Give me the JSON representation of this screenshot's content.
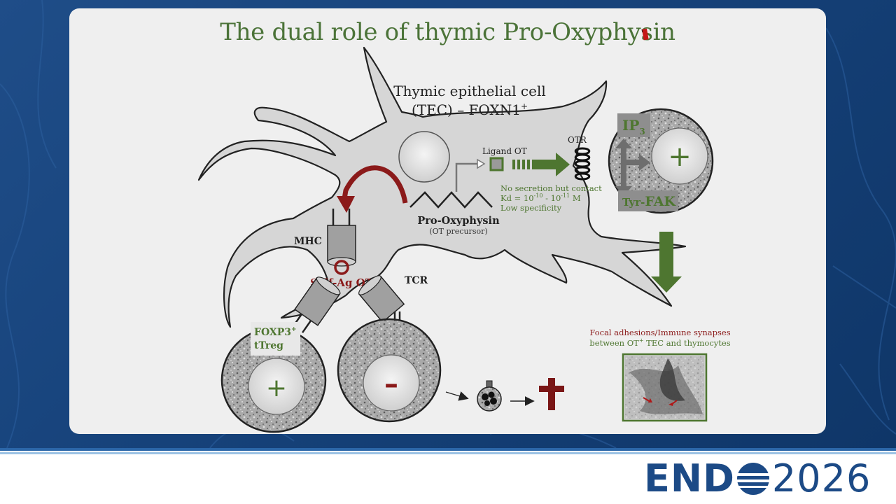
{
  "slide": {
    "title": "The dual role of thymic Pro-Oxyphysin"
  },
  "labels": {
    "tec_line1": "Thymic epithelial cell",
    "tec_line2": "(TEC) – FOXN1",
    "tec_sup": "+",
    "ligand": "Ligand OT",
    "otr": "OTR",
    "ip": "IP",
    "ip_sub": "3",
    "tyrfak_prefix": "Tyr-",
    "tyrfak_main": "FAK",
    "plus_sign": "+",
    "minus_sign": "–",
    "note_line1": "No secretion but contact",
    "note_line2": "Kd = 10",
    "note_sup1": "-10",
    "note_mid": " - 10",
    "note_sup2": "-11",
    "note_end": " M",
    "note_line3": "Low specificity",
    "prooxy": "Pro-Oxyphysin",
    "prooxy_sub": "(OT precursor)",
    "mhc": "MHC",
    "selfag": "Self-Ag OT",
    "tcr": "TCR",
    "foxp3": "FOXP3",
    "foxp3_sup": "+",
    "treg": "tTreg",
    "focal_line1": "Focal adhesions/Immune synapses",
    "focal_line2": "between OT",
    "focal_sup": "+",
    "focal_end": " TEC and thymocytes"
  },
  "icons": [
    "pointer-icon",
    "cross-icon",
    "apoptotic-cell-icon",
    "spring-receptor-icon"
  ],
  "colors": {
    "title_green": "#4b7338",
    "arrow_green": "#4e7630",
    "dark_red": "#8b1a1a",
    "cell_gray": "#d6d6d6",
    "slide_bg": "#efefef",
    "brand_blue": "#1c4a86"
  },
  "footer": {
    "logo_part1": "END",
    "logo_part2": "2026"
  }
}
